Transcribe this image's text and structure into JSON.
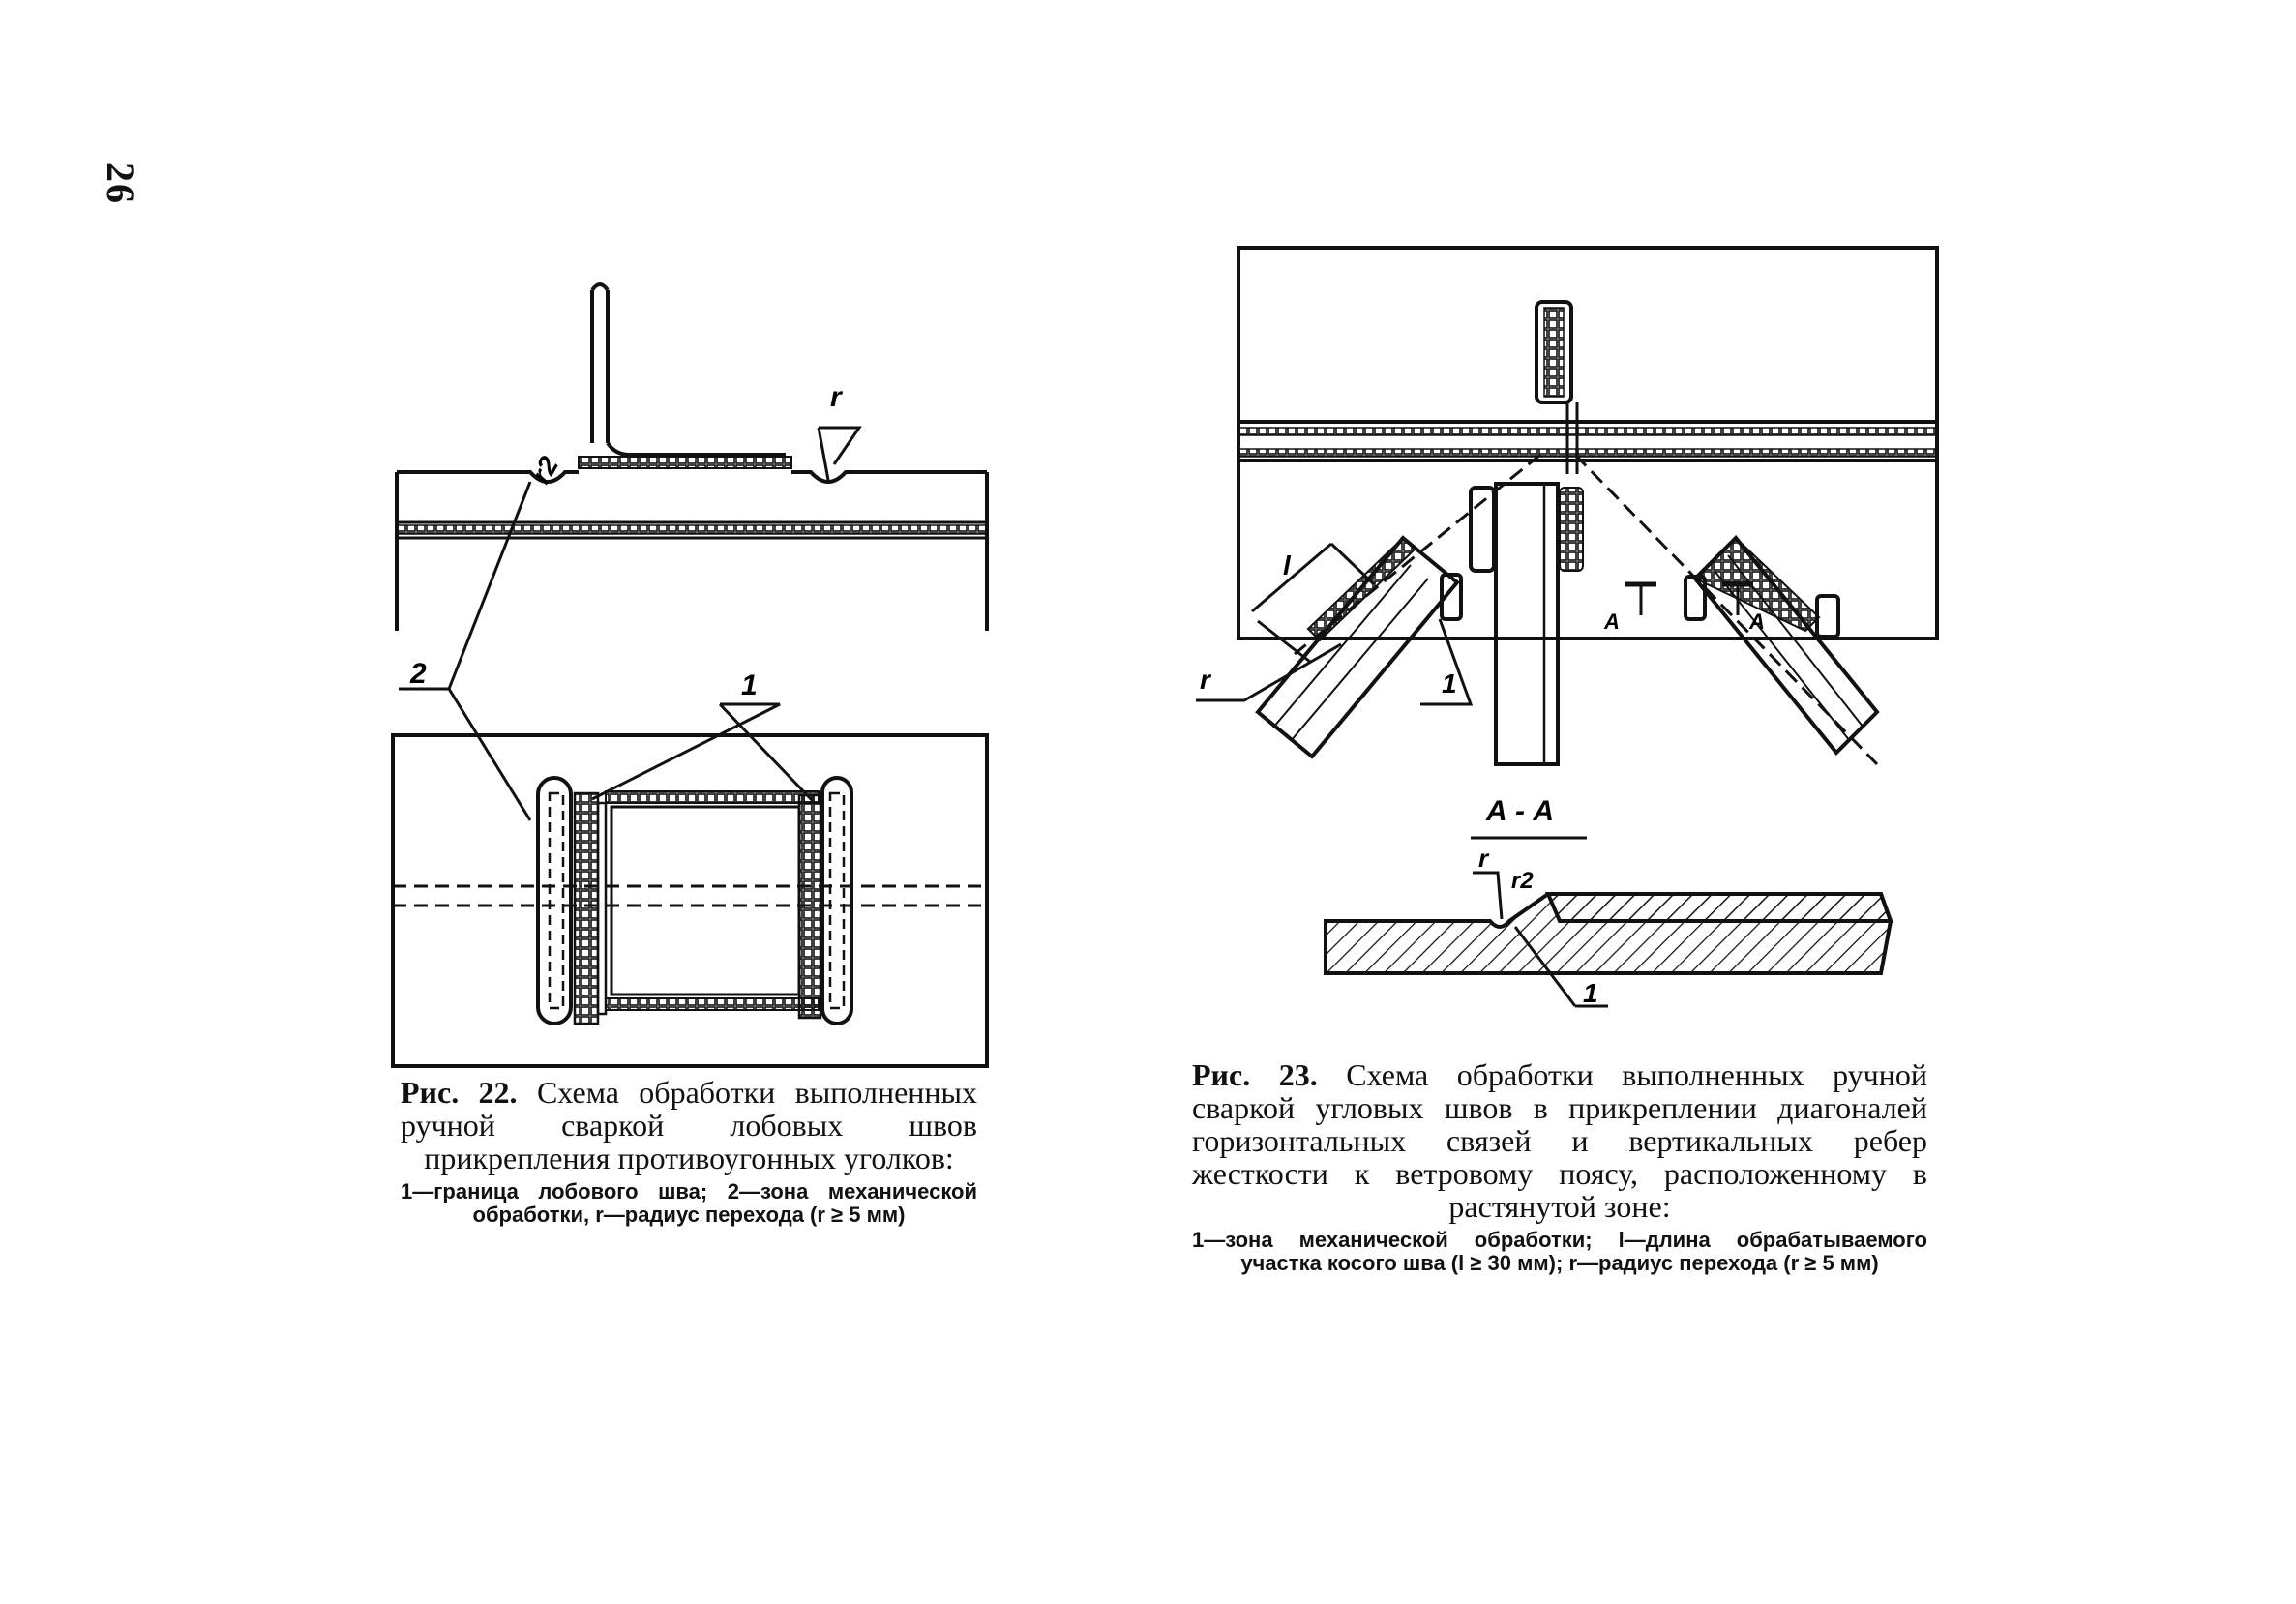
{
  "page": {
    "number": "26"
  },
  "figure22": {
    "labels": {
      "r_top": "r",
      "r2": "r2",
      "zone2": "2",
      "boundary1": "1"
    },
    "caption": {
      "title_prefix": "Рис. 22.",
      "title": "Схема обработки выполненных ручной сваркой лобовых швов прикрепления противоугонных уголков:",
      "legend": "1—граница лобового шва; 2—зона механической обработки, r—радиус перехода (r ≥ 5 мм)"
    }
  },
  "figure23": {
    "labels": {
      "l": "l",
      "r": "r",
      "zone1": "1",
      "A_left": "A",
      "A_right": "A",
      "section": "А - А",
      "r_section": "r",
      "r2_section": "r2",
      "zone1_section": "1"
    },
    "caption": {
      "title_prefix": "Рис. 23.",
      "title": "Схема обработки выполненных ручной сваркой угловых швов в прикреплении диагоналей горизонтальных связей и вертикальных ребер жесткости к ветровому поясу, расположенному в растянутой зоне:",
      "legend": "1—зона механической обработки; l—длина обрабатываемого участка косого шва (l ≥ 30 мм); r—радиус перехода (r ≥ 5 мм)"
    }
  }
}
